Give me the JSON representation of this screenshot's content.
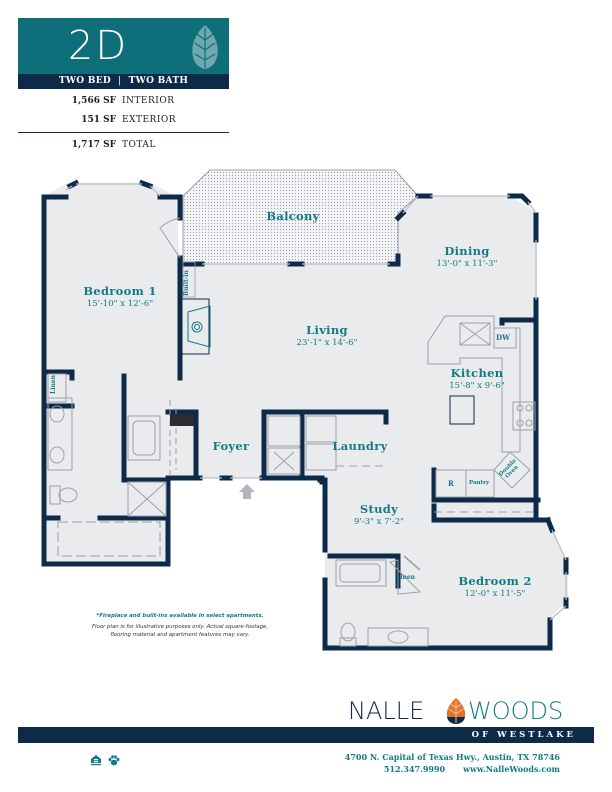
{
  "header": {
    "unit_name": "2D",
    "bed_label": "TWO BED",
    "separator": "|",
    "bath_label": "TWO BATH",
    "colors": {
      "teal": "#0e6f7a",
      "navy": "#0d2b48",
      "leaf": "#6fa8ae"
    }
  },
  "square_footage": [
    {
      "value": "1,566 SF",
      "label": "INTERIOR"
    },
    {
      "value": "151 SF",
      "label": "EXTERIOR"
    },
    {
      "value": "1,717 SF",
      "label": "TOTAL"
    }
  ],
  "rooms": {
    "balcony": {
      "name": "Balcony"
    },
    "bedroom1": {
      "name": "Bedroom 1",
      "dims": "15'-10\" x 12'-6\""
    },
    "dining": {
      "name": "Dining",
      "dims": "13'-0\" x 11'-3\""
    },
    "living": {
      "name": "Living",
      "dims": "23'-1\" x 14'-6\""
    },
    "kitchen": {
      "name": "Kitchen",
      "dims": "15'-8\" x 9'-6\""
    },
    "foyer": {
      "name": "Foyer"
    },
    "laundry": {
      "name": "Laundry"
    },
    "study": {
      "name": "Study",
      "dims": "9'-3\" x 7'-2\""
    },
    "bedroom2": {
      "name": "Bedroom 2",
      "dims": "12'-0\" x 11'-5\""
    }
  },
  "fixtures": {
    "built_in": "Built-in",
    "linen1": "Linen",
    "linen2": "Linen",
    "dw": "DW",
    "refrigerator": "R",
    "pantry": "Pantry",
    "double_oven": "Double Oven"
  },
  "notes": {
    "fireplace": "*Fireplace and built-ins available in select apartments.",
    "disclaimer_line1": "Floor plan is for illustrative purposes only. Actual square-footage,",
    "disclaimer_line2": "flooring material and apartment features may vary."
  },
  "brand": {
    "name_left": "NALLE",
    "name_right": "WOODS",
    "tagline": "OF WESTLAKE",
    "address": "4700 N. Capital of Texas Hwy., Austin, TX 78746",
    "phone": "512.347.9990",
    "website": "www.NalleWoods.com",
    "leaf_colors": {
      "top": "#e0732c",
      "bottom": "#0d2b48"
    }
  },
  "footer_icons": [
    "equal-housing-icon",
    "pet-friendly-icon"
  ]
}
